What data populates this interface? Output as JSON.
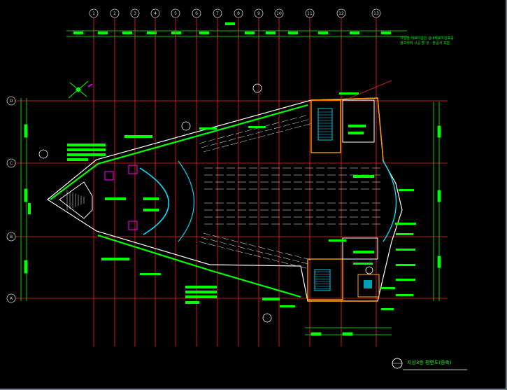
{
  "drawing": {
    "title": "지상3층 평면도(증축)",
    "note_lines": [
      "각실별 재료마감은 실내재료마감표를",
      "참조하여 시공 할 것 - 본공사 포함"
    ],
    "grid_top": [
      "1",
      "2",
      "3",
      "4",
      "5",
      "6",
      "7",
      "8",
      "9",
      "10",
      "11",
      "12",
      "13"
    ],
    "grid_side": [
      "D",
      "C",
      "B",
      "A"
    ],
    "colors": {
      "background": "#000000",
      "grid_line": "#ff2020",
      "wall": "#ffffff",
      "dimension": "#00ff00",
      "cyan": "#00e5ff",
      "orange": "#ff9900",
      "magenta": "#ff00ff",
      "seating": "#cfcfcf"
    }
  }
}
